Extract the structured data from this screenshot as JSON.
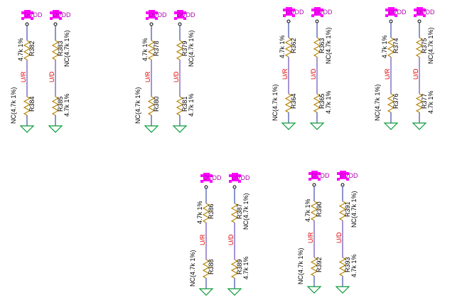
{
  "colors": {
    "power_flag": "#ff00ff",
    "power_text": "#b000b0",
    "net_wire": "#4b2aa8",
    "resistor": "#b8860b",
    "ground": "#0a9a3a",
    "wire": "#1a2a9a",
    "net_label": "#e00000",
    "text": "#000000"
  },
  "groups": [
    {
      "left": {
        "top_res": "R382",
        "bot_res": "R384",
        "top_val": "4.7k 1%",
        "bot_val": "NC(4.7k 1%)",
        "net": "U/R"
      },
      "right": {
        "top_res": "R383",
        "bot_res": "R385",
        "top_val": "NC(4.7k 1%)",
        "bot_val": "4.7k 1%",
        "net": "U/D"
      },
      "vdd": "DVDD"
    },
    {
      "left": {
        "top_res": "R378",
        "bot_res": "R380",
        "top_val": "4.7k 1%",
        "bot_val": "NC(4.7k 1%)",
        "net": "U/R"
      },
      "right": {
        "top_res": "R379",
        "bot_res": "R381",
        "top_val": "NC(4.7k 1%)",
        "bot_val": "4.7k 1%",
        "net": "U/D"
      },
      "vdd": "DVDD"
    },
    {
      "left": {
        "top_res": "R362",
        "bot_res": "R364",
        "top_val": "4.7k 1%",
        "bot_val": "NC(4.7k 1%)",
        "net": "U/R"
      },
      "right": {
        "top_res": "R363",
        "bot_res": "R365",
        "top_val": "NC(4.7k 1%)",
        "bot_val": "4.7k 1%",
        "net": "U/D"
      },
      "vdd": "DVDD"
    },
    {
      "left": {
        "top_res": "R374",
        "bot_res": "R376",
        "top_val": "4.7k 1%",
        "bot_val": "NC(4.7k 1%)",
        "net": "U/R"
      },
      "right": {
        "top_res": "R375",
        "bot_res": "R377",
        "top_val": "NC(4.7k 1%)",
        "bot_val": "4.7k 1%",
        "net": "U/D"
      },
      "vdd": "DVDD"
    },
    {
      "left": {
        "top_res": "R386",
        "bot_res": "R388",
        "top_val": "4.7k 1%",
        "bot_val": "NC(4.7k 1%)",
        "net": "U/R"
      },
      "right": {
        "top_res": "R387",
        "bot_res": "R389",
        "top_val": "NC(4.7k 1%)",
        "bot_val": "4.7k 1%",
        "net": "U/D"
      },
      "vdd": "DVDD"
    },
    {
      "left": {
        "top_res": "R390",
        "bot_res": "R392",
        "top_val": "4.7k 1%",
        "bot_val": "NC(4.7k 1%)",
        "net": "U/R"
      },
      "right": {
        "top_res": "R391",
        "bot_res": "R393",
        "top_val": "NC(4.7k 1%)",
        "bot_val": "4.7k 1%",
        "net": "U/D"
      },
      "vdd": "DVDD"
    }
  ]
}
